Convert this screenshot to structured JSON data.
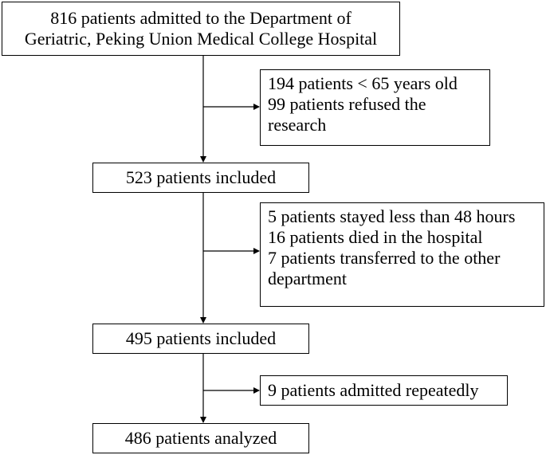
{
  "flowchart": {
    "admitted": {
      "lines": [
        "816 patients admitted to the Department of",
        "Geriatric, Peking Union Medical College Hospital"
      ]
    },
    "exclusion_1": {
      "lines": [
        "194 patients  < 65 years old",
        "99 patients refused the",
        "research"
      ]
    },
    "included_523": "523 patients included",
    "exclusion_2": {
      "lines": [
        "5 patients stayed less than 48 hours",
        "16 patients died in the hospital",
        "7 patients transferred to the other",
        "department"
      ]
    },
    "included_495": "495 patients included",
    "exclusion_3": "9 patients admitted repeatedly",
    "analyzed": "486 patients analyzed"
  },
  "colors": {
    "line": "#000000",
    "box_border": "#000000",
    "background": "#ffffff"
  }
}
